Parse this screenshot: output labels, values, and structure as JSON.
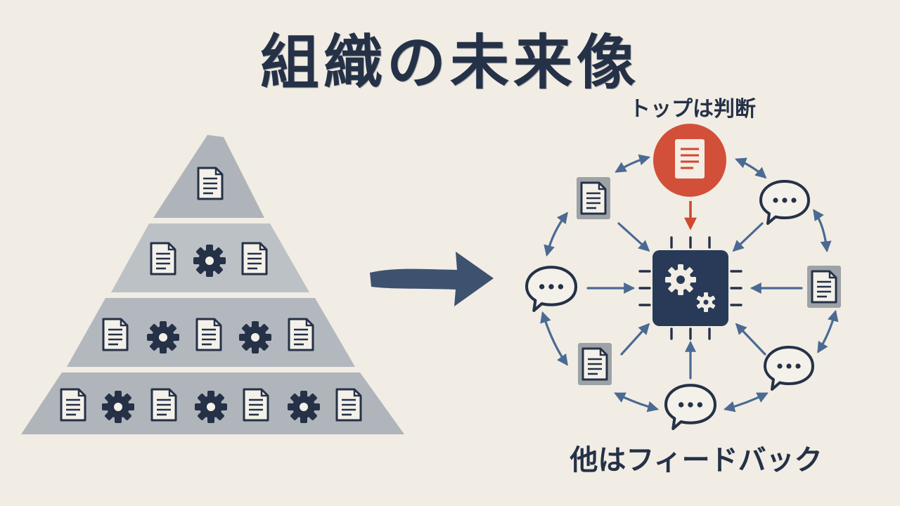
{
  "title": "組織の未来像",
  "diagram": {
    "top_label": "トップは判断",
    "bottom_label": "他はフィードバック"
  },
  "colors": {
    "ink": "#253147",
    "arrow_blue": "#4b6a93",
    "accent_red": "#d0482f",
    "paper": "#f1ede4",
    "pyramid_fill": "#9ca3ad"
  },
  "icons": {
    "document": "document-icon",
    "gear": "gear-icon",
    "speech_bubble": "speech-bubble-icon",
    "ai_chip": "ai-chip-icon"
  },
  "pyramid": {
    "tiers": [
      [
        "document"
      ],
      [
        "document",
        "gear",
        "document"
      ],
      [
        "document",
        "gear",
        "document",
        "gear",
        "document"
      ],
      [
        "document",
        "gear",
        "document",
        "gear",
        "document",
        "gear",
        "document"
      ]
    ]
  }
}
